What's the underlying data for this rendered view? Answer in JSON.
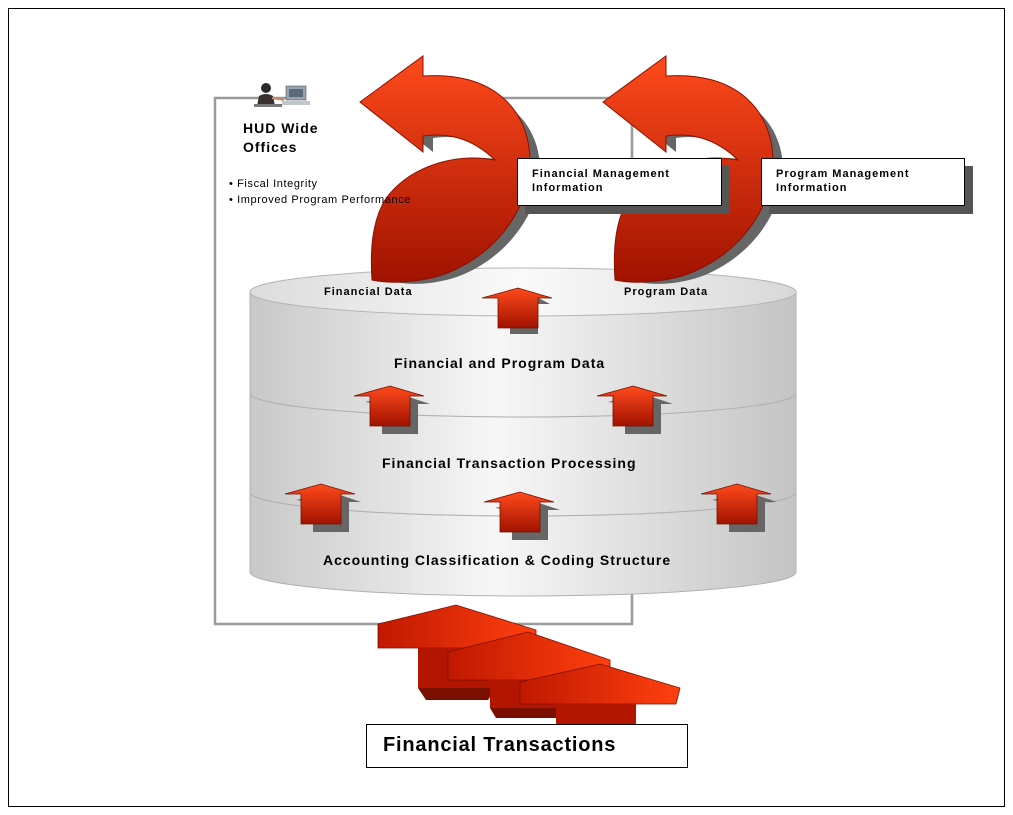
{
  "hud": {
    "title_line1": "HUD Wide",
    "title_line2": "Offices",
    "bullets": [
      "• Fiscal Integrity",
      "• Improved Program Performance"
    ]
  },
  "outputs": {
    "financial_mgmt": [
      "Financial Management",
      "Information"
    ],
    "program_mgmt": [
      "Program  Management",
      "Information"
    ]
  },
  "database": {
    "top_left": "Financial Data",
    "top_right": "Program Data",
    "layer1": "Financial and Program Data",
    "layer2": "Financial Transaction Processing",
    "layer3": "Accounting Classification & Coding Structure"
  },
  "input": {
    "label": "Financial Transactions"
  },
  "colors": {
    "arrow_red": "#e8300b",
    "arrow_dark": "#7a0f00",
    "shadow": "#666666",
    "cylinder_light": "#f2f2f2",
    "cylinder_mid": "#cfcfcf"
  }
}
